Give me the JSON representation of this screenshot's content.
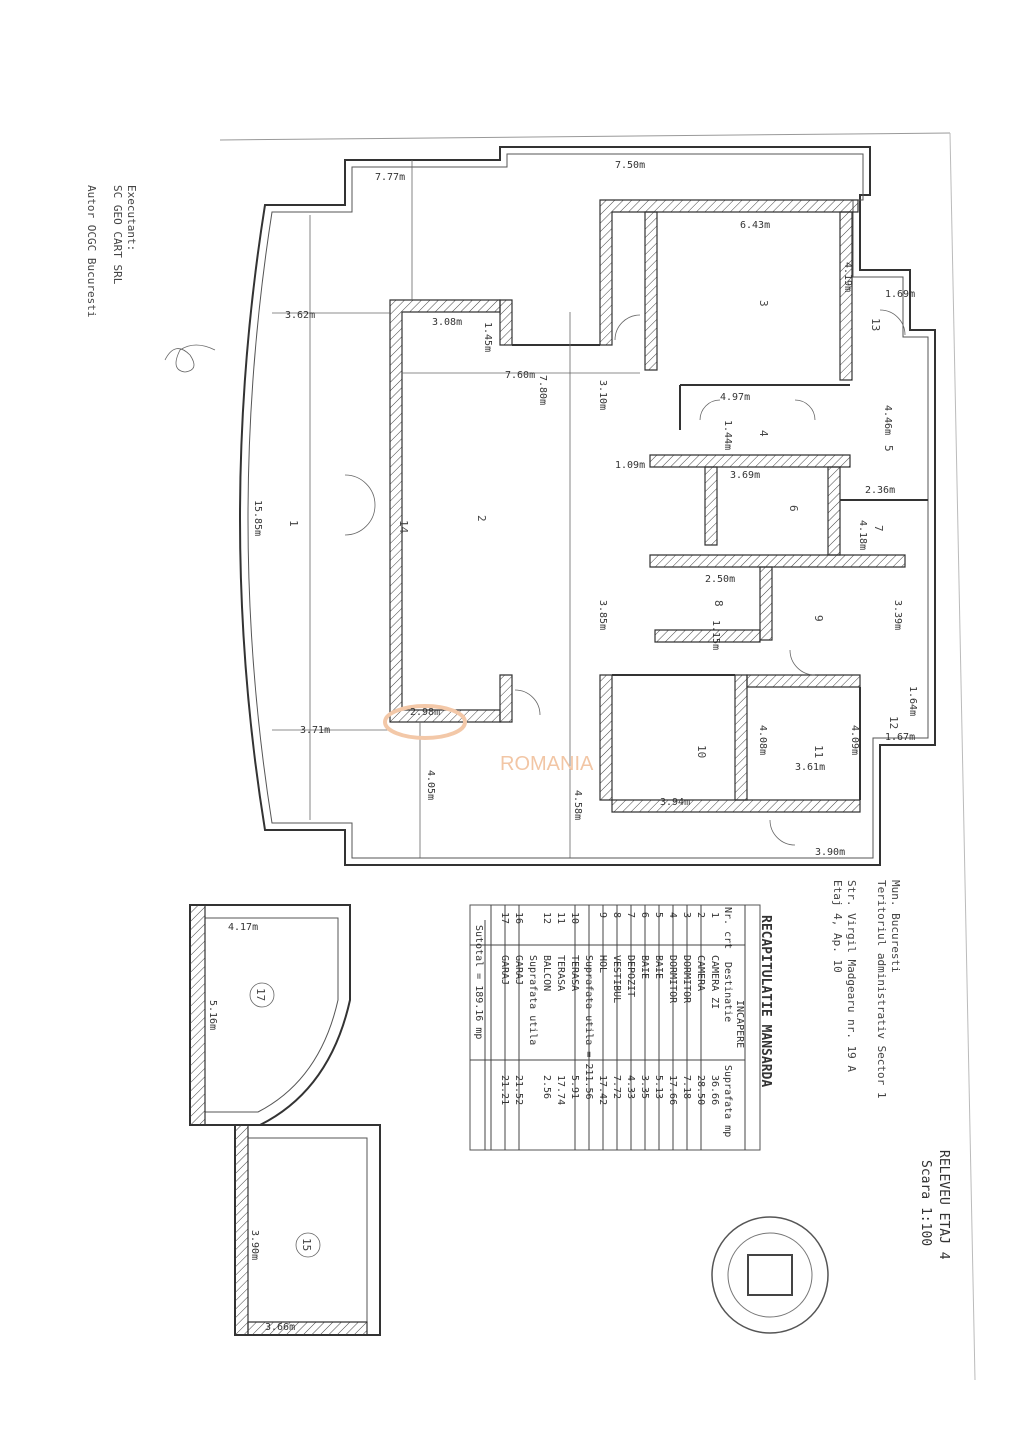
{
  "title_block": {
    "title": "RELEVEU ETAJ 4",
    "scale": "Scara 1:100",
    "city": "Mun. Bucuresti",
    "territory": "Teritoriul administrativ Sector 1",
    "street": "Str. Virgil Madgearu nr. 19 A",
    "floor_apartment": "Etaj 4, Ap. 10"
  },
  "executant": {
    "label": "Executant:",
    "company": "SC GEO CART SRL",
    "author": "Autor OCGC Bucuresti"
  },
  "watermark": "ROMANIA",
  "table": {
    "title": "RECAPITULATIE MANSARDA",
    "headers": [
      "Nr. crt",
      "Destinatie",
      "Suprafata mp"
    ],
    "header_group": "INCAPERE",
    "rows": [
      [
        "1",
        "CAMERA ZI",
        "36.66"
      ],
      [
        "2",
        "CAMERA",
        "28.50"
      ],
      [
        "3",
        "DORMITOR",
        "7.18"
      ],
      [
        "4",
        "DORMITOR",
        "17.66"
      ],
      [
        "5",
        "BAIE",
        "5.13"
      ],
      [
        "6",
        "BAIE",
        "3.35"
      ],
      [
        "7",
        "DEPOZIT",
        "4.33"
      ],
      [
        "8",
        "VESTIBUL",
        "7.72"
      ],
      [
        "9",
        "HOL",
        "17.42"
      ]
    ],
    "subtotal": "Suprafata utila = 211.56",
    "extra_rows": [
      [
        "10",
        "TERASA",
        "5.91"
      ],
      [
        "11",
        "TERASA",
        "17.74"
      ],
      [
        "12",
        "BALCON",
        "2.56"
      ]
    ],
    "subtotal2": "Suprafata utila",
    "garage_rows": [
      [
        "16",
        "GARAJ",
        "21.52"
      ],
      [
        "17",
        "GARAJ",
        "21.21"
      ]
    ],
    "total": "Sutotal = 189.16 mp"
  },
  "dimensions": [
    "7.50m",
    "7.77m",
    "6.43m",
    "4.19m",
    "1.69m",
    "3.62m",
    "3.08m",
    "1.45m",
    "7.60m",
    "4.97m",
    "1.44m",
    "4.46m",
    "3.69m",
    "1.09m",
    "2.36m",
    "4.18m",
    "2.50m",
    "3.39m",
    "3.85m",
    "1.15m",
    "2.98m",
    "3.71m",
    "4.05m",
    "4.58m",
    "3.94m",
    "4.08m",
    "3.61m",
    "4.09m",
    "3.90m",
    "1.64m",
    "1.67m",
    "15.85m",
    "7.80m",
    "3.10m",
    "4.17m",
    "5.16m",
    "3.90m",
    "3.66m"
  ],
  "rooms": [
    "1",
    "2",
    "3",
    "4",
    "5",
    "6",
    "7",
    "8",
    "9",
    "10",
    "11",
    "12",
    "13",
    "14"
  ],
  "annex_rooms": [
    "17",
    "15"
  ]
}
